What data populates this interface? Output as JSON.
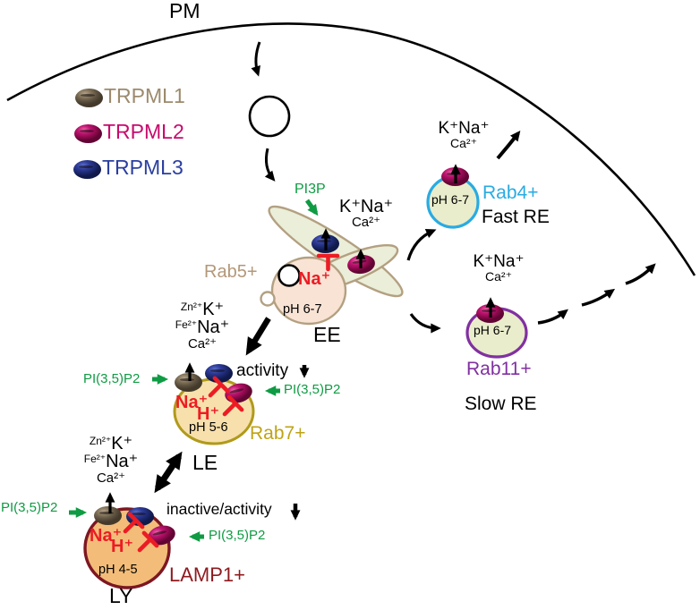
{
  "pm": {
    "label": "PM"
  },
  "legend": {
    "items": [
      {
        "label": "TRPML1",
        "text_color": "#9c8a6d",
        "oval_color": "#6f6150"
      },
      {
        "label": "TRPML2",
        "text_color": "#c70b6d",
        "oval_color": "#a50e63"
      },
      {
        "label": "TRPML3",
        "text_color": "#2b3fa0",
        "oval_color": "#232f80"
      }
    ]
  },
  "early_endosome": {
    "pi3p": "PI3P",
    "ions_line1": "K⁺Na⁺",
    "ions_line2": "Ca²⁺",
    "rab": "Rab5+",
    "na": "Na⁺",
    "ph": "pH 6-7",
    "name": "EE"
  },
  "fast_re": {
    "ions_line1": "K⁺Na⁺",
    "ions_line2": "Ca²⁺",
    "ph": "pH 6-7",
    "rab": "Rab4+",
    "name": "Fast RE"
  },
  "slow_re": {
    "ions_line1": "K⁺Na⁺",
    "ions_line2": "Ca²⁺",
    "ph": "pH 6-7",
    "rab": "Rab11+",
    "name": "Slow RE"
  },
  "late_endosome": {
    "ion_zn": "Zn²⁺",
    "ion_k": "K⁺",
    "ion_fe": "Fe²⁺",
    "ion_na": "Na⁺",
    "ion_ca": "Ca²⁺",
    "activity": "activity",
    "pi35p2_left": "PI(3,5)P2",
    "pi35p2_right": "PI(3,5)P2",
    "na": "Na⁺",
    "h": "H⁺",
    "ph": "pH 5-6",
    "rab": "Rab7+",
    "name": "LE"
  },
  "lysosome": {
    "ion_zn": "Zn²⁺",
    "ion_k": "K⁺",
    "ion_fe": "Fe²⁺",
    "ion_na": "Na⁺",
    "ion_ca": "Ca²⁺",
    "activity": "inactive/activity",
    "pi35p2_left": "PI(3,5)P2",
    "pi35p2_right": "PI(3,5)P2",
    "na": "Na⁺",
    "h": "H⁺",
    "ph": "pH 4-5",
    "marker": "LAMP1+",
    "name": "LY"
  },
  "colors": {
    "green": "#0f9b43",
    "red": "#ec1c24",
    "black": "#000000",
    "rab5": "#b39879",
    "rab4": "#29abe2",
    "rab11": "#8130a1",
    "rab7": "#bfa315",
    "lamp1": "#8f1a1f",
    "ee_fill": "#f8e3d4",
    "ee_tubule_fill": "#ebeed8",
    "ee_border": "#b3a081",
    "re_fill": "#e9edcb",
    "le_fill": "#f7e0ac",
    "le_border": "#b09a1b",
    "ly_fill": "#f3bd79",
    "ly_border": "#7d1722"
  }
}
